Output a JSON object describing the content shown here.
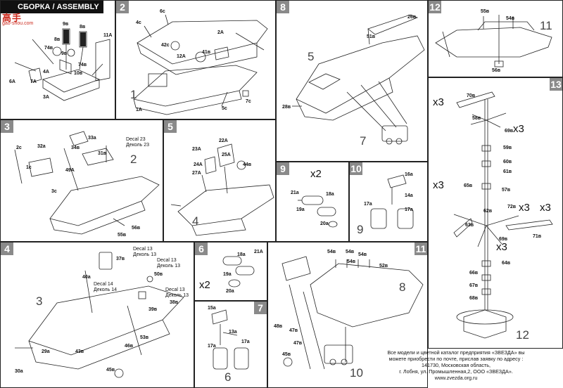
{
  "header": {
    "title": "СБОРКА / ASSEMBLY",
    "logo_text": "高手",
    "logo_url": "gao-shou.com"
  },
  "panels": [
    {
      "num": "1",
      "part_labels": [
        "9в",
        "8в",
        "8в",
        "11А",
        "74в",
        "9в",
        "74в",
        "10в",
        "4А",
        "7А",
        "6А",
        "3А"
      ],
      "subassembly": []
    },
    {
      "num": "2",
      "part_labels": [
        "6с",
        "4с",
        "42с",
        "12А",
        "41в",
        "2А",
        "5с",
        "7с",
        "1А"
      ],
      "subassembly": [
        "1"
      ]
    },
    {
      "num": "3",
      "part_labels": [
        "33а",
        "32а",
        "34в",
        "31в",
        "2с",
        "1с",
        "49А",
        "3с",
        "56в",
        "55в"
      ],
      "subassembly": [
        "2"
      ],
      "decals": [
        "Decal 23",
        "Деколь 23"
      ]
    },
    {
      "num": "4",
      "part_labels": [
        "37в",
        "40а",
        "39в",
        "53в",
        "50в",
        "38в",
        "29а",
        "43в",
        "30а",
        "46в",
        "45в"
      ],
      "subassembly": [
        "3"
      ],
      "decals": [
        "Decal 13",
        "Деколь 13",
        "Decal 14",
        "Деколь 14",
        "Decal 13",
        "Деколь 13",
        "Decal 13",
        "Деколь 13"
      ]
    },
    {
      "num": "5",
      "part_labels": [
        "23А",
        "22А",
        "25А",
        "44в",
        "24А",
        "27А"
      ],
      "subassembly": [
        "4"
      ]
    },
    {
      "num": "6",
      "part_labels": [
        "18а",
        "21А",
        "19а",
        "20а"
      ],
      "multiplier": "x2"
    },
    {
      "num": "7",
      "part_labels": [
        "15а",
        "13а",
        "17а",
        "17а"
      ],
      "subassembly": [
        "6"
      ]
    },
    {
      "num": "8",
      "part_labels": [
        "26в",
        "51в",
        "28в"
      ],
      "subassembly": [
        "5",
        "7"
      ]
    },
    {
      "num": "9",
      "part_labels": [
        "21а",
        "18а",
        "19а",
        "20а"
      ],
      "multiplier": "x2"
    },
    {
      "num": "10",
      "part_labels": [
        "16а",
        "14а",
        "17а",
        "17а"
      ],
      "subassembly": [
        "9"
      ]
    },
    {
      "num": "11",
      "part_labels": [
        "54в",
        "54в",
        "54в",
        "54в",
        "52в",
        "48в",
        "47в",
        "47в",
        "45в"
      ],
      "subassembly": [
        "8",
        "10"
      ]
    },
    {
      "num": "12",
      "part_labels": [
        "55в",
        "54в",
        "56в"
      ],
      "subassembly": [
        "11"
      ]
    },
    {
      "num": "13",
      "part_labels": [
        "70в",
        "58в",
        "69в",
        "59в",
        "60в",
        "61в",
        "65в",
        "57в",
        "62в",
        "72в",
        "63в",
        "69в",
        "71в",
        "64в",
        "66в",
        "67в",
        "68в"
      ],
      "multipliers": [
        "x3",
        "x3",
        "x3",
        "x3",
        "x3",
        "x3"
      ],
      "subassembly": [
        "12"
      ]
    }
  ],
  "footer": {
    "lines": [
      "Все модели и цветной каталог предприятия «ЗВЕЗДА» вы",
      "можете приобрести по почте, прислав заявку по адресу :",
      "141730, Московская область,",
      "г. Лобня, ул. Промышленная,2, ООО «ЗВЕЗДА».",
      "www.zvezda.org.ru"
    ]
  }
}
